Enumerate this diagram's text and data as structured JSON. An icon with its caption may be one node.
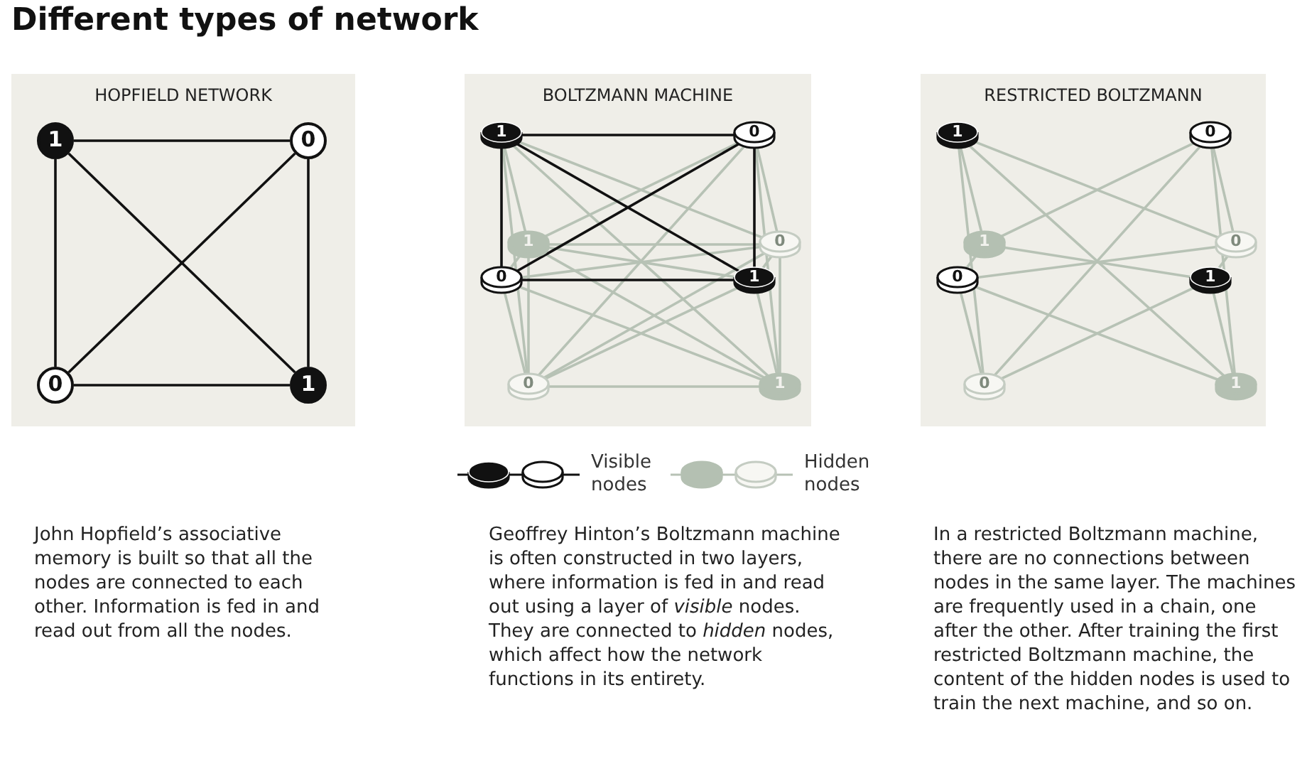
{
  "diagram": {
    "title": "Different types of network",
    "nodes": [
      {
        "text": [
          "HOPFIELD NETWORK"
        ]
      },
      {
        "text": [
          "1"
        ],
        "in": 0
      },
      {
        "text": [
          "0"
        ],
        "in": 0
      },
      {
        "text": [
          "0"
        ],
        "in": 0
      },
      {
        "text": [
          "1"
        ],
        "in": 0
      },
      {
        "text": [
          "BOLTZMANN MACHINE"
        ]
      },
      {
        "text": [
          "1"
        ],
        "in": 5
      },
      {
        "text": [
          "0"
        ],
        "in": 5
      },
      {
        "text": [
          "1"
        ],
        "in": 5
      },
      {
        "text": [
          "0"
        ],
        "in": 5
      },
      {
        "text": [
          "0"
        ],
        "in": 5
      },
      {
        "text": [
          "1"
        ],
        "in": 5
      },
      {
        "text": [
          "0"
        ],
        "in": 5
      },
      {
        "text": [
          "1"
        ],
        "in": 5
      },
      {
        "text": [
          "RESTRICTED BOLTZMANN"
        ]
      },
      {
        "text": [
          "1"
        ],
        "in": 14
      },
      {
        "text": [
          "0"
        ],
        "in": 14
      },
      {
        "text": [
          "1"
        ],
        "in": 14
      },
      {
        "text": [
          "0"
        ],
        "in": 14
      },
      {
        "text": [
          "0"
        ],
        "in": 14
      },
      {
        "text": [
          "1"
        ],
        "in": 14
      },
      {
        "text": [
          "0"
        ],
        "in": 14
      },
      {
        "text": [
          "1"
        ],
        "in": 14
      }
    ],
    "edges": [
      {
        "from": 1,
        "to": 2,
        "arrow": "none",
        "color": "#111111"
      },
      {
        "from": 1,
        "to": 3,
        "arrow": "none",
        "color": "#111111"
      },
      {
        "from": 1,
        "to": 4,
        "arrow": "none",
        "color": "#111111"
      },
      {
        "from": 2,
        "to": 3,
        "arrow": "none",
        "color": "#111111"
      },
      {
        "from": 2,
        "to": 4,
        "arrow": "none",
        "color": "#111111"
      },
      {
        "from": 3,
        "to": 4,
        "arrow": "none",
        "color": "#111111"
      },
      {
        "from": 6,
        "to": 7,
        "arrow": "none",
        "color": "#111111"
      },
      {
        "from": 6,
        "to": 10,
        "arrow": "none",
        "color": "#111111"
      },
      {
        "from": 6,
        "to": 11,
        "arrow": "none",
        "color": "#111111"
      },
      {
        "from": 7,
        "to": 10,
        "arrow": "none",
        "color": "#111111"
      },
      {
        "from": 7,
        "to": 11,
        "arrow": "none",
        "color": "#111111"
      },
      {
        "from": 10,
        "to": 11,
        "arrow": "none",
        "color": "#111111"
      },
      {
        "from": 6,
        "to": 8,
        "arrow": "none"
      },
      {
        "from": 6,
        "to": 9,
        "arrow": "none"
      },
      {
        "from": 6,
        "to": 12,
        "arrow": "none"
      },
      {
        "from": 6,
        "to": 13,
        "arrow": "none"
      },
      {
        "from": 7,
        "to": 8,
        "arrow": "none"
      },
      {
        "from": 7,
        "to": 9,
        "arrow": "none"
      },
      {
        "from": 7,
        "to": 12,
        "arrow": "none"
      },
      {
        "from": 7,
        "to": 13,
        "arrow": "none"
      },
      {
        "from": 10,
        "to": 8,
        "arrow": "none"
      },
      {
        "from": 10,
        "to": 9,
        "arrow": "none"
      },
      {
        "from": 10,
        "to": 12,
        "arrow": "none"
      },
      {
        "from": 10,
        "to": 13,
        "arrow": "none"
      },
      {
        "from": 11,
        "to": 8,
        "arrow": "none"
      },
      {
        "from": 11,
        "to": 9,
        "arrow": "none"
      },
      {
        "from": 11,
        "to": 12,
        "arrow": "none"
      },
      {
        "from": 11,
        "to": 13,
        "arrow": "none"
      },
      {
        "from": 8,
        "to": 9,
        "arrow": "none"
      },
      {
        "from": 8,
        "to": 12,
        "arrow": "none"
      },
      {
        "from": 8,
        "to": 13,
        "arrow": "none"
      },
      {
        "from": 9,
        "to": 12,
        "arrow": "none"
      },
      {
        "from": 9,
        "to": 13,
        "arrow": "none"
      },
      {
        "from": 12,
        "to": 13,
        "arrow": "none"
      },
      {
        "from": 15,
        "to": 17,
        "arrow": "none"
      },
      {
        "from": 15,
        "to": 18,
        "arrow": "none"
      },
      {
        "from": 15,
        "to": 21,
        "arrow": "none"
      },
      {
        "from": 15,
        "to": 22,
        "arrow": "none"
      },
      {
        "from": 16,
        "to": 17,
        "arrow": "none"
      },
      {
        "from": 16,
        "to": 18,
        "arrow": "none"
      },
      {
        "from": 16,
        "to": 21,
        "arrow": "none"
      },
      {
        "from": 16,
        "to": 22,
        "arrow": "none"
      },
      {
        "from": 19,
        "to": 17,
        "arrow": "none"
      },
      {
        "from": 19,
        "to": 18,
        "arrow": "none"
      },
      {
        "from": 19,
        "to": 21,
        "arrow": "none"
      },
      {
        "from": 19,
        "to": 22,
        "arrow": "none"
      },
      {
        "from": 20,
        "to": 17,
        "arrow": "none"
      },
      {
        "from": 20,
        "to": 18,
        "arrow": "none"
      },
      {
        "from": 20,
        "to": 21,
        "arrow": "none"
      },
      {
        "from": 20,
        "to": 22,
        "arrow": "none"
      }
    ],
    "labels": [
      "John Hopfield’s associative memory is built so that all the nodes are connected to each other. Information is fed in and read out from all the nodes.",
      "Geoffrey Hinton’s Boltzmann machine is often constructed in two layers, where information is fed in and read out using a layer of *visible* nodes. They are connected to *hidden* nodes, which affect how the network functions in its entirety.",
      "In a restricted Boltzmann machine, there are no connections between nodes in the same layer. The machines are frequently used in a chain, one after the other. After training the first restricted Boltzmann machine, the content of the hidden nodes is used to train the next machine, and so on."
    ],
    "legend": [
      {
        "text": "Visible nodes"
      },
      {
        "text": "Hidden nodes"
      }
    ]
  }
}
